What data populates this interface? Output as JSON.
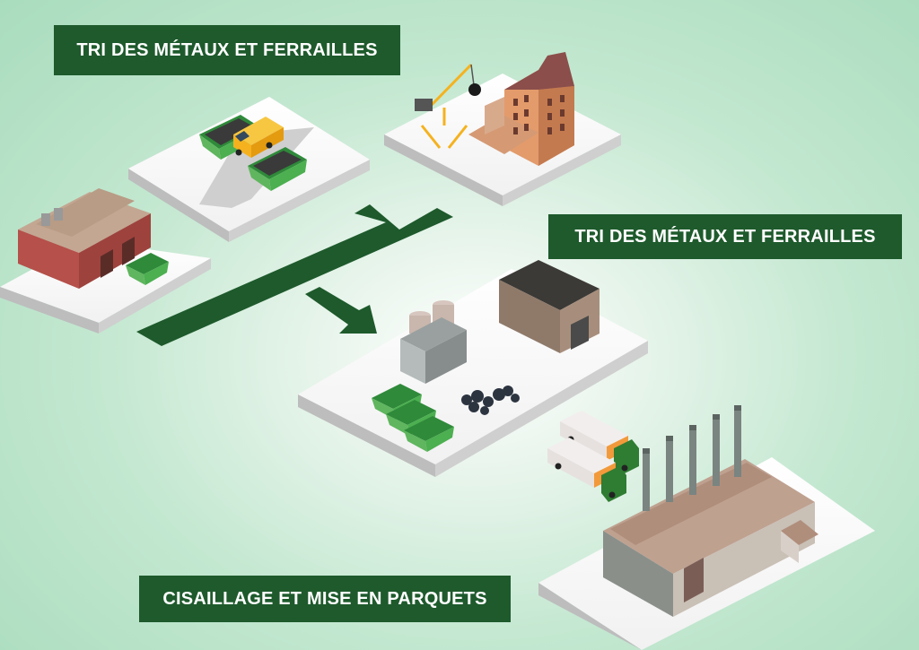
{
  "labels": {
    "top": "TRI DES MÉTAUX ET FERRAILLES",
    "middle": "TRI DES MÉTAUX ET FERRAILLES",
    "bottom": "CISAILLAGE ET MISE EN PARQUETS"
  },
  "colors": {
    "label_bg": "#1e5a2c",
    "arrow": "#1e5a2c",
    "skip_green": "#4caf50",
    "van_yellow": "#f5b21e",
    "brick_red": "#b5504a"
  }
}
